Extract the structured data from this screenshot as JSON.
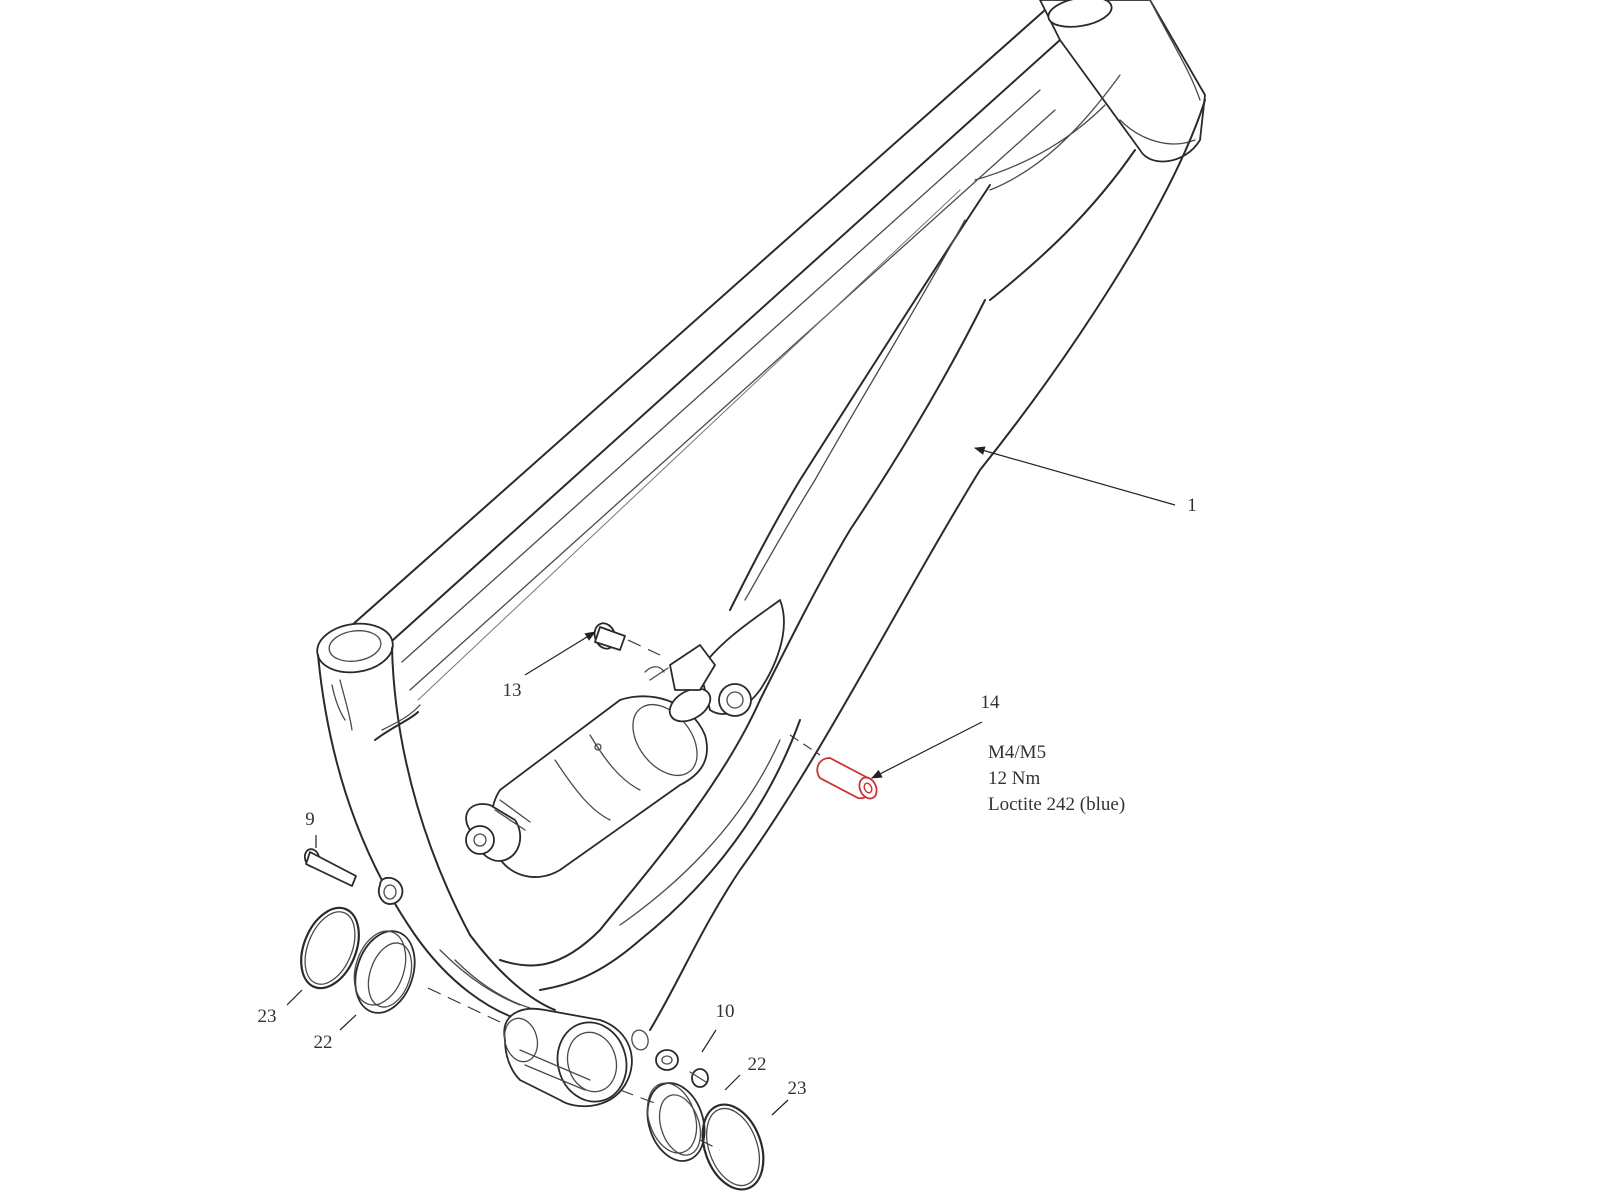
{
  "callouts": {
    "c1": "1",
    "c9": "9",
    "c10": "10",
    "c13": "13",
    "c14": "14",
    "c22a": "22",
    "c22b": "22",
    "c23a": "23",
    "c23b": "23"
  },
  "spec": {
    "thread": "M4/M5",
    "torque": "12 Nm",
    "threadlocker": "Loctite 242 (blue)"
  },
  "colors": {
    "highlight": "#cc3333",
    "line": "#2a2a2a",
    "text": "#333333"
  }
}
